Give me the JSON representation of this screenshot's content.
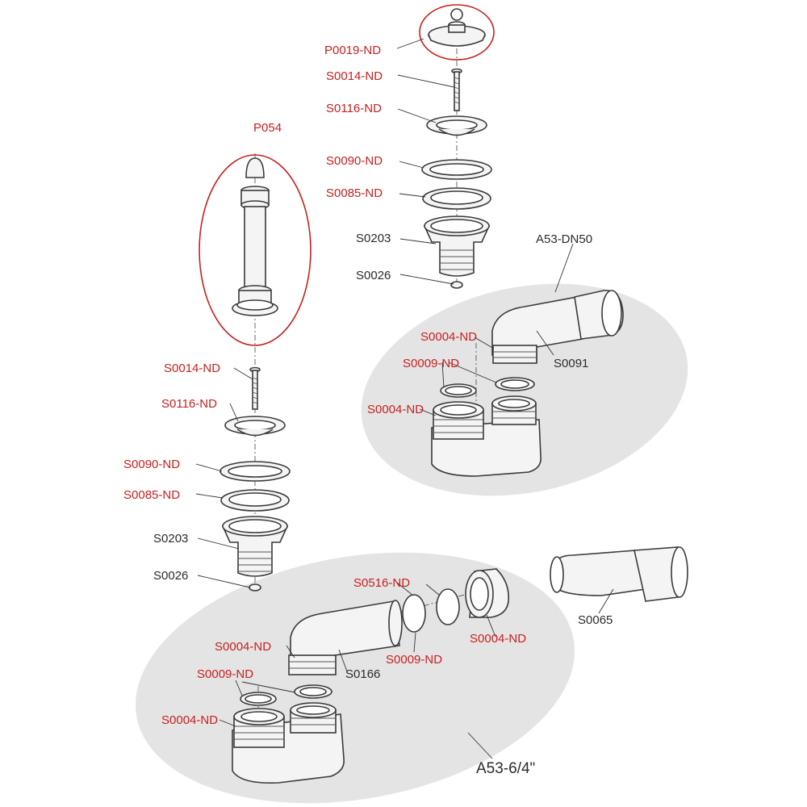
{
  "colors": {
    "callout_red": "#c8201e",
    "callout_black": "#2b2b2b",
    "assembly_background": "#e4e4e4",
    "part_fill": "#f4f4f4",
    "outline": "#3a3a3a"
  },
  "labels": {
    "p0019": "P0019-ND",
    "s0014_top": "S0014-ND",
    "s0116_top": "S0116-ND",
    "s0090_top": "S0090-ND",
    "s0085_top": "S0085-ND",
    "s0203_top": "S0203",
    "s0026_top": "S0026",
    "p054": "P054",
    "s0014_left": "S0014-ND",
    "s0116_left": "S0116-ND",
    "s0090_left": "S0090-ND",
    "s0085_left": "S0085-ND",
    "s0203_left": "S0203",
    "s0026_left": "S0026",
    "a53_dn50": "A53-DN50",
    "s0004_upper_a": "S0004-ND",
    "s0009_upper": "S0009-ND",
    "s0091": "S0091",
    "s0004_upper_b": "S0004-ND",
    "s0516": "S0516-ND",
    "s0004_lower_right": "S0004-ND",
    "s0065": "S0065",
    "s0004_lower_a": "S0004-ND",
    "s0009_lower_mid": "S0009-ND",
    "s0166": "S0166",
    "s0009_lower_left": "S0009-ND",
    "s0004_lower_b": "S0004-ND",
    "a53_64": "A53-6/4\""
  }
}
